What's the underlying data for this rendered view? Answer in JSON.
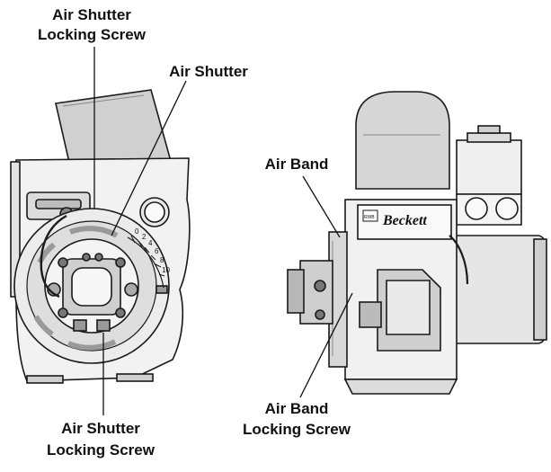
{
  "callouts": {
    "top_left_line1": "Air Shutter",
    "top_left_line2": "Locking Screw",
    "air_shutter": "Air Shutter",
    "air_band": "Air Band",
    "bottom_left_line1": "Air Shutter",
    "bottom_left_line2": "Locking Screw",
    "bottom_right_line1": "Air Band",
    "bottom_right_line2": "Locking Screw"
  },
  "nameplate": {
    "badge": "RWB",
    "brand": "Beckett"
  },
  "scale": {
    "ticks": [
      "0",
      "2",
      "4",
      "6",
      "8",
      "10"
    ]
  }
}
